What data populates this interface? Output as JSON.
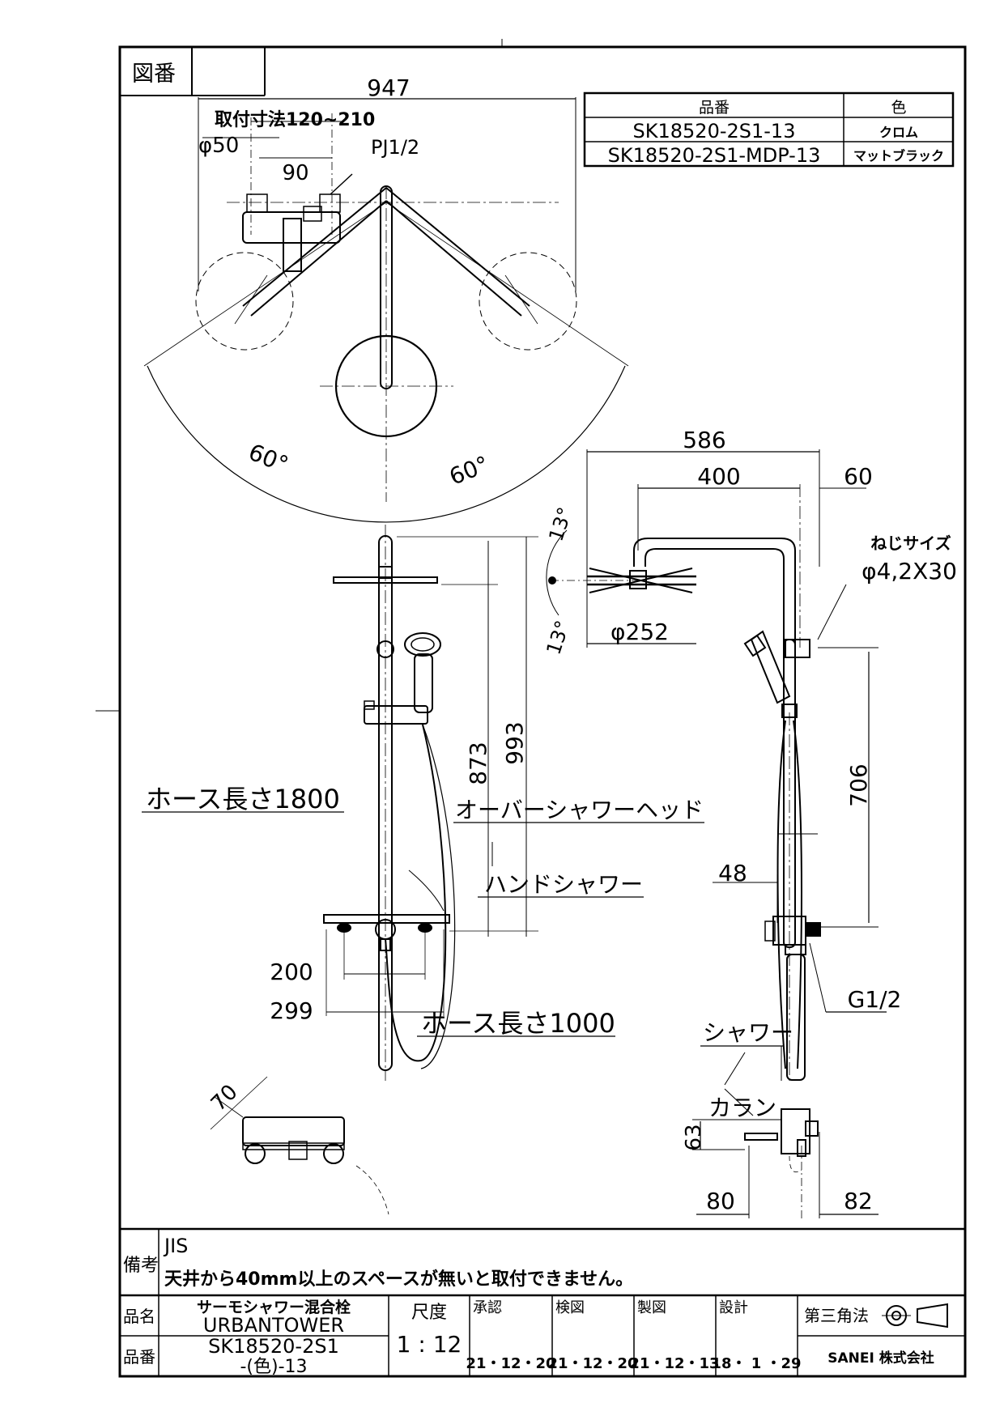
{
  "drawing_no_label": "図番",
  "drawing_no_value": "",
  "product_table": {
    "headers": {
      "code": "品番",
      "color": "色"
    },
    "rows": [
      {
        "code": "SK18520-2S1-13",
        "color": "クロム"
      },
      {
        "code": "SK18520-2S1-MDP-13",
        "color": "マットブラック"
      }
    ]
  },
  "dims": {
    "total_width": "947",
    "mount_range": "取付寸法120~210",
    "phi50": "φ50",
    "pj": "PJ1/2",
    "d90": "90",
    "angle_left": "60°",
    "angle_right": "60°",
    "d586": "586",
    "d400": "400",
    "d60": "60",
    "screw_label": "ねじサイズ",
    "screw_value": "φ4,2X30",
    "tilt_up": "13°",
    "tilt_down": "13°",
    "phi252": "φ252",
    "d873": "873",
    "d993": "993",
    "d706": "706",
    "d48": "48",
    "d200": "200",
    "d299": "299",
    "g12": "G1/2",
    "d70": "70",
    "d63": "63",
    "d80": "80",
    "d82": "82"
  },
  "labels": {
    "hose1800": "ホース長さ1800",
    "hose1000": "ホース長さ1000",
    "overhead": "オーバーシャワーヘッド",
    "hand": "ハンドシャワー",
    "shower": "シャワー",
    "spout": "カラン"
  },
  "notes": {
    "label": "備考",
    "line1": "JIS",
    "line2": "天井から40mm以上のスペースが無いと取付できません。"
  },
  "title_block": {
    "name_label": "品名",
    "name_line1": "サーモシャワー混合栓",
    "name_line2": "URBANTOWER",
    "code_label": "品番",
    "code_line1": "SK18520-2S1",
    "code_line2": "-(色)-13",
    "scale_label": "尺度",
    "scale_value": "1 : 12",
    "approval_label": "承認",
    "approval_date": "21・12・20",
    "check_label": "検図",
    "check_date": "21・12・20",
    "drawn_label": "製図",
    "drawn_date": "21・12・13",
    "design_label": "設計",
    "design_date": "18・ 1 ・29",
    "projection": "第三角法",
    "company": "SANEI 株式会社"
  }
}
